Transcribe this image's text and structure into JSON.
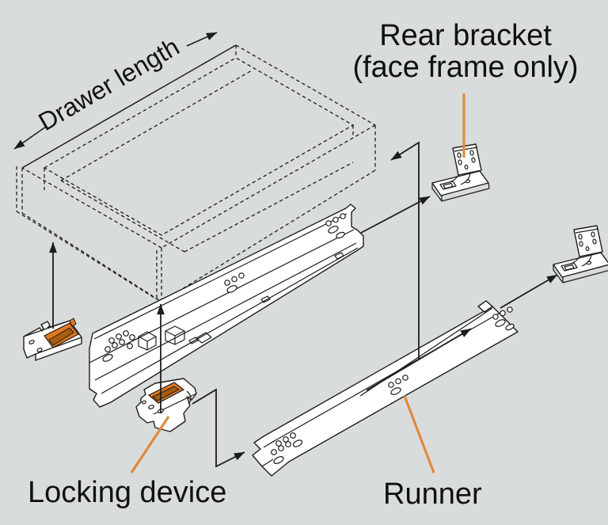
{
  "diagram": {
    "labels": {
      "drawer_length": "Drawer length",
      "rear_bracket": "Rear bracket",
      "rear_bracket_note": "(face frame only)",
      "locking_device": "Locking device",
      "runner": "Runner"
    },
    "colors": {
      "background": "#d9dcdc",
      "line": "#1d1d1b",
      "part_fill": "#ffffff",
      "orange": "#e2791f",
      "orange_dark": "#a85c10",
      "leader_orange": "#e18a3a",
      "text": "#111111"
    }
  }
}
